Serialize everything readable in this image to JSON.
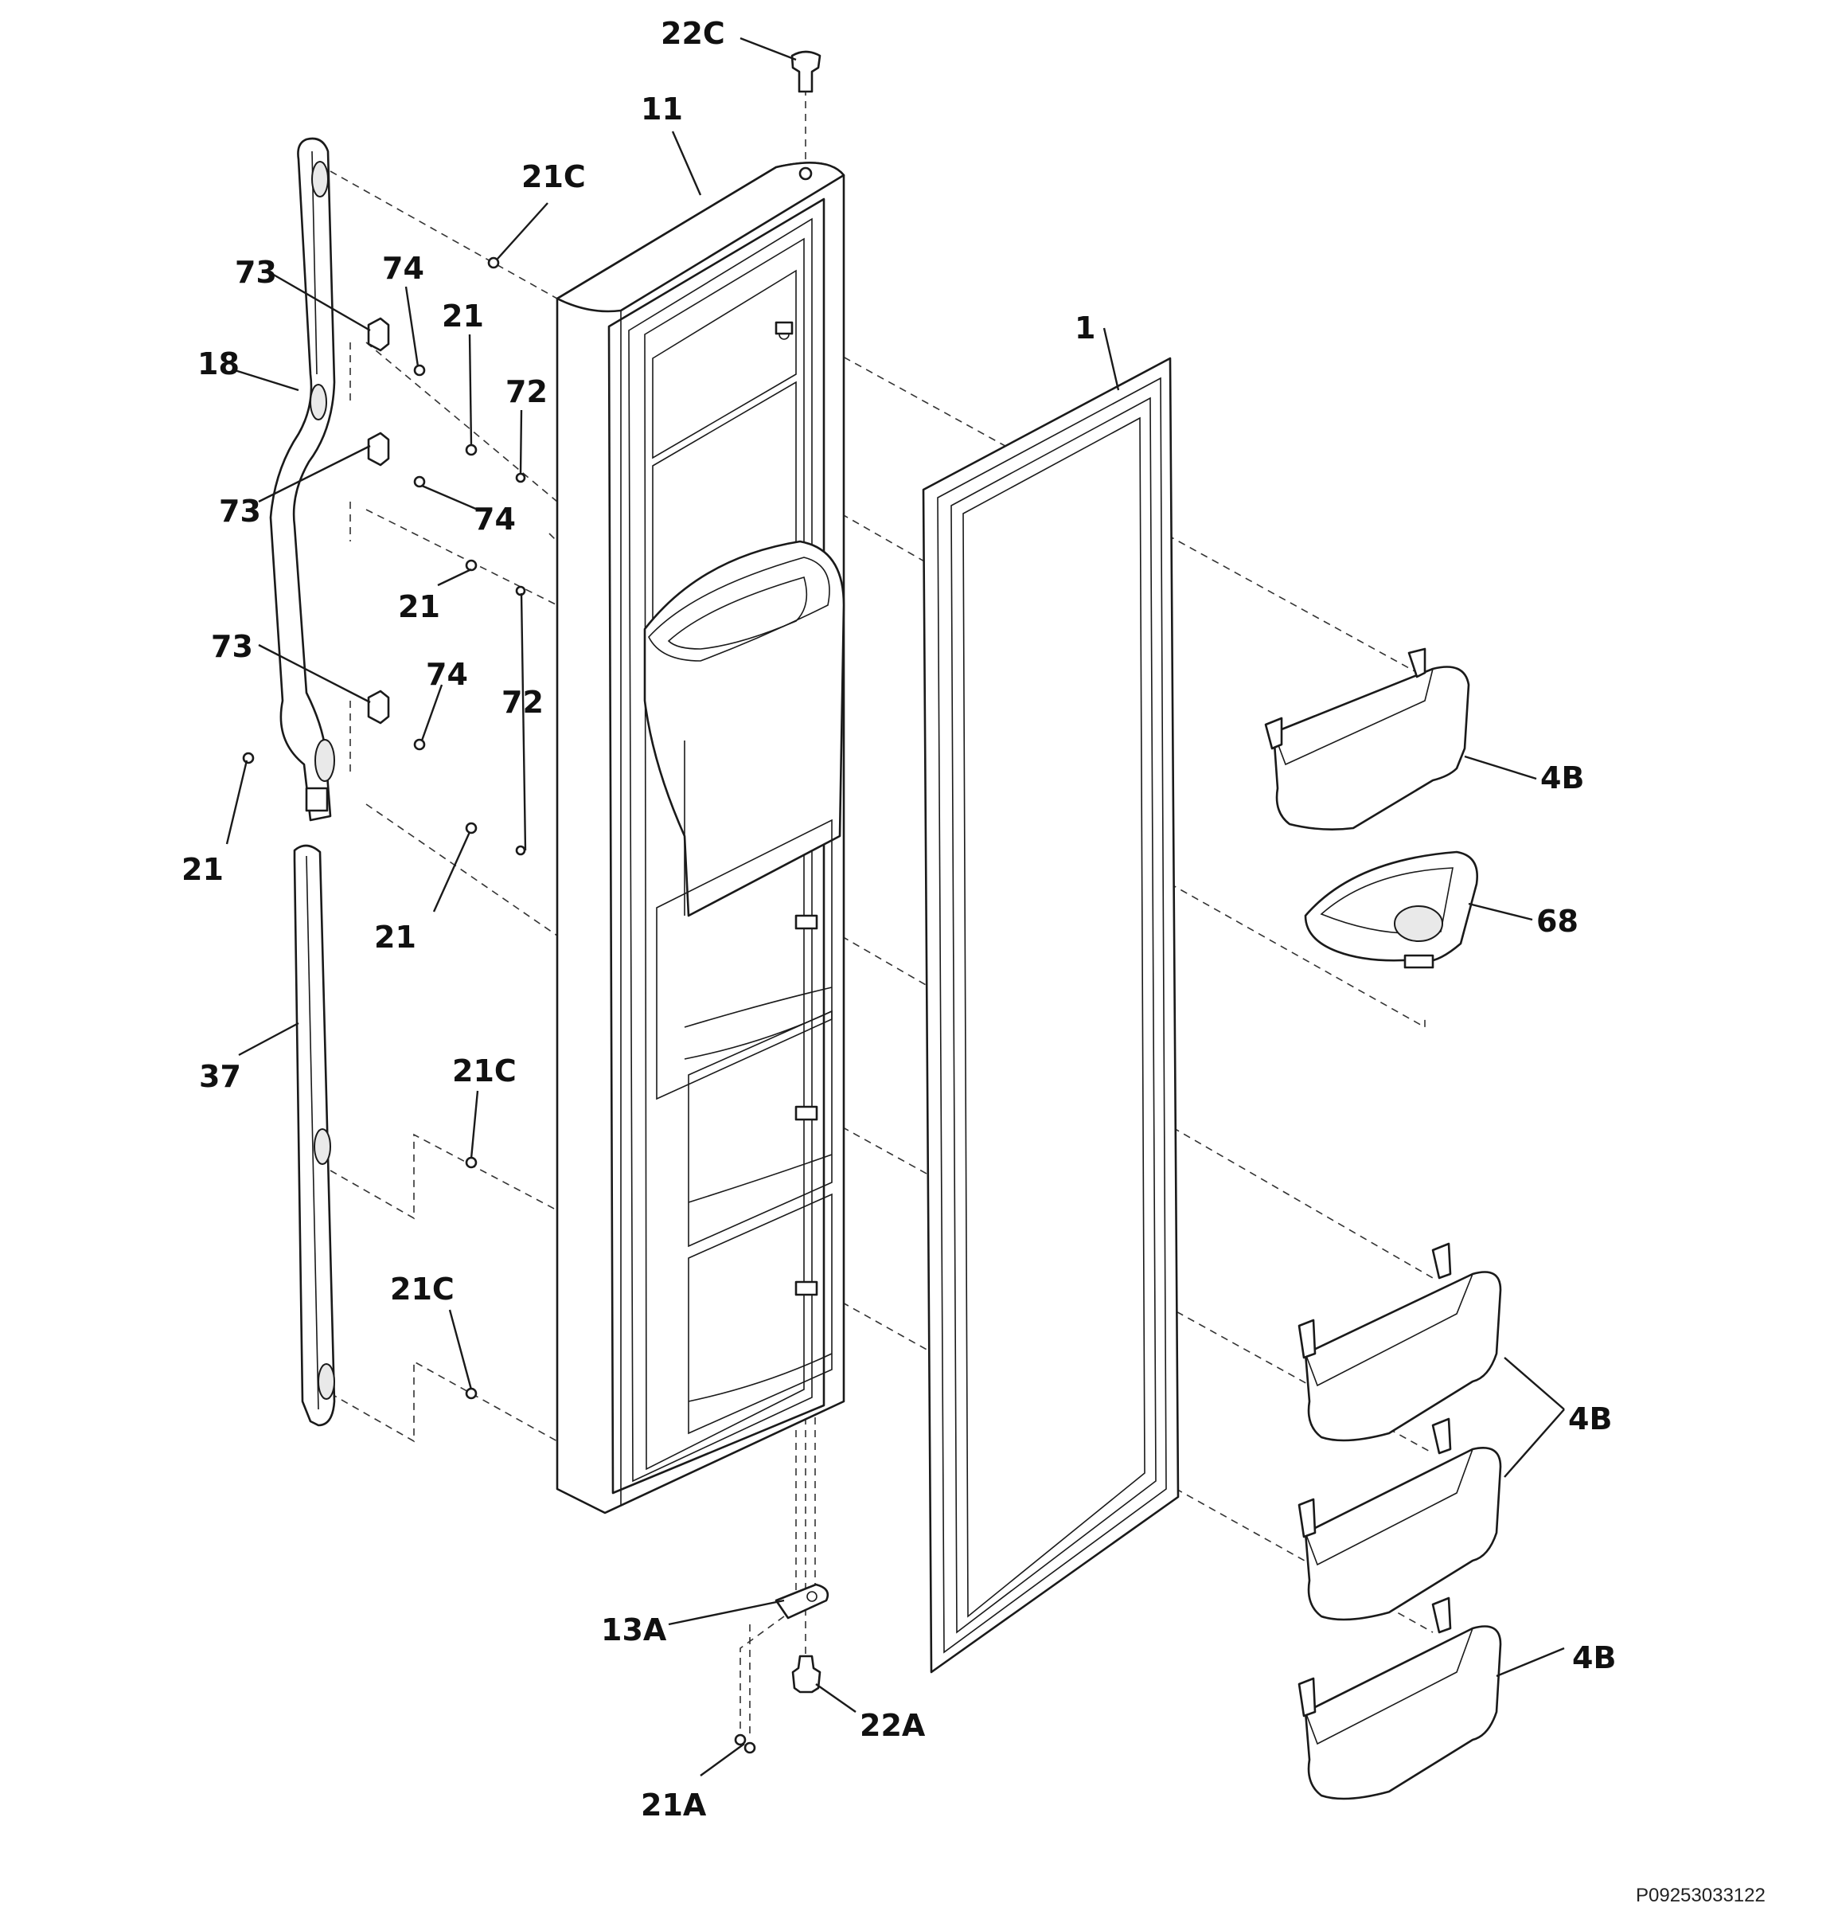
{
  "callouts": {
    "c22C": "22C",
    "c11": "11",
    "c21C_top": "21C",
    "c73_a": "73",
    "c74_a": "74",
    "c21_a": "21",
    "c72_a": "72",
    "c18": "18",
    "c1": "1",
    "c73_b": "73",
    "c74_b": "74",
    "c21_b": "21",
    "c73_c": "73",
    "c74_c": "74",
    "c72_b": "72",
    "c4B_a": "4B",
    "c21_c": "21",
    "c68": "68",
    "c21_d": "21",
    "c37": "37",
    "c21C_mid": "21C",
    "c21C_low": "21C",
    "c4B_b": "4B",
    "c13A": "13A",
    "c4B_c": "4B",
    "c22A": "22A",
    "c21A": "21A"
  },
  "reference_code": "P09253033122"
}
